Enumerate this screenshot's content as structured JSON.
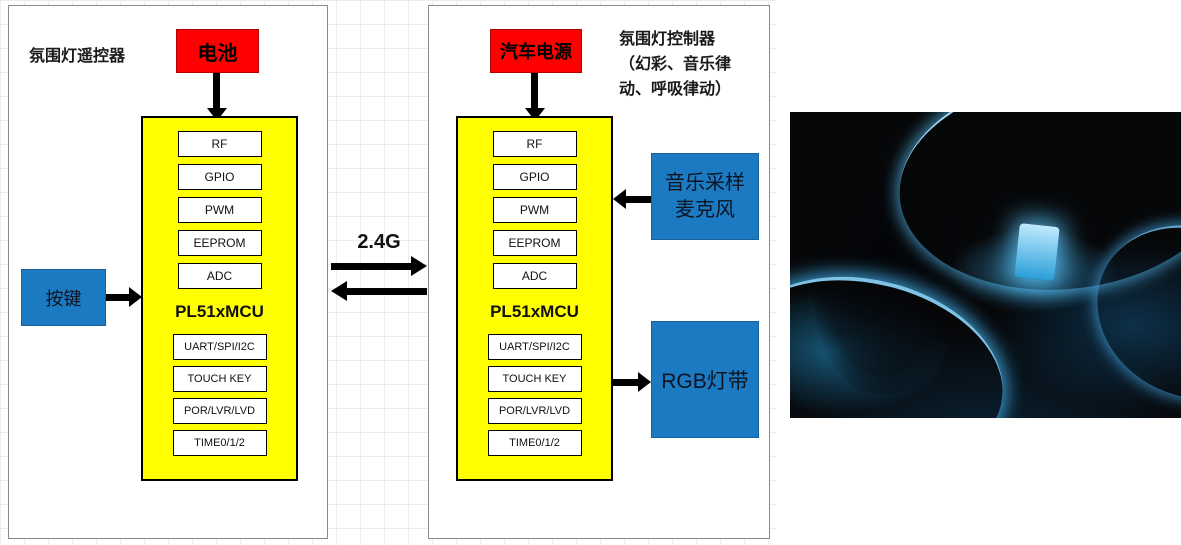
{
  "colors": {
    "power_red": "#ff0000",
    "mcu_yellow": "#ffff00",
    "peripheral_blue": "#1b7ac2",
    "arrow_black": "#000000"
  },
  "mcu": {
    "name": "PL51xMCU",
    "top_modules": [
      "RF",
      "GPIO",
      "PWM",
      "EEPROM",
      "ADC"
    ],
    "bottom_modules": [
      "UART/SPI/I2C",
      "TOUCH KEY",
      "POR/LVR/LVD",
      "TIME0/1/2"
    ]
  },
  "remote": {
    "title": "氛围灯遥控器",
    "power_label": "电池",
    "key_label": "按键"
  },
  "link": {
    "label": "2.4G"
  },
  "controller": {
    "title_lines": [
      "氛围灯控制器",
      "（幻彩、音乐律",
      "动、呼吸律动）"
    ],
    "power_label": "汽车电源",
    "mic_lines": [
      "音乐采样",
      "麦克风"
    ],
    "rgb_label": "RGB灯带"
  }
}
